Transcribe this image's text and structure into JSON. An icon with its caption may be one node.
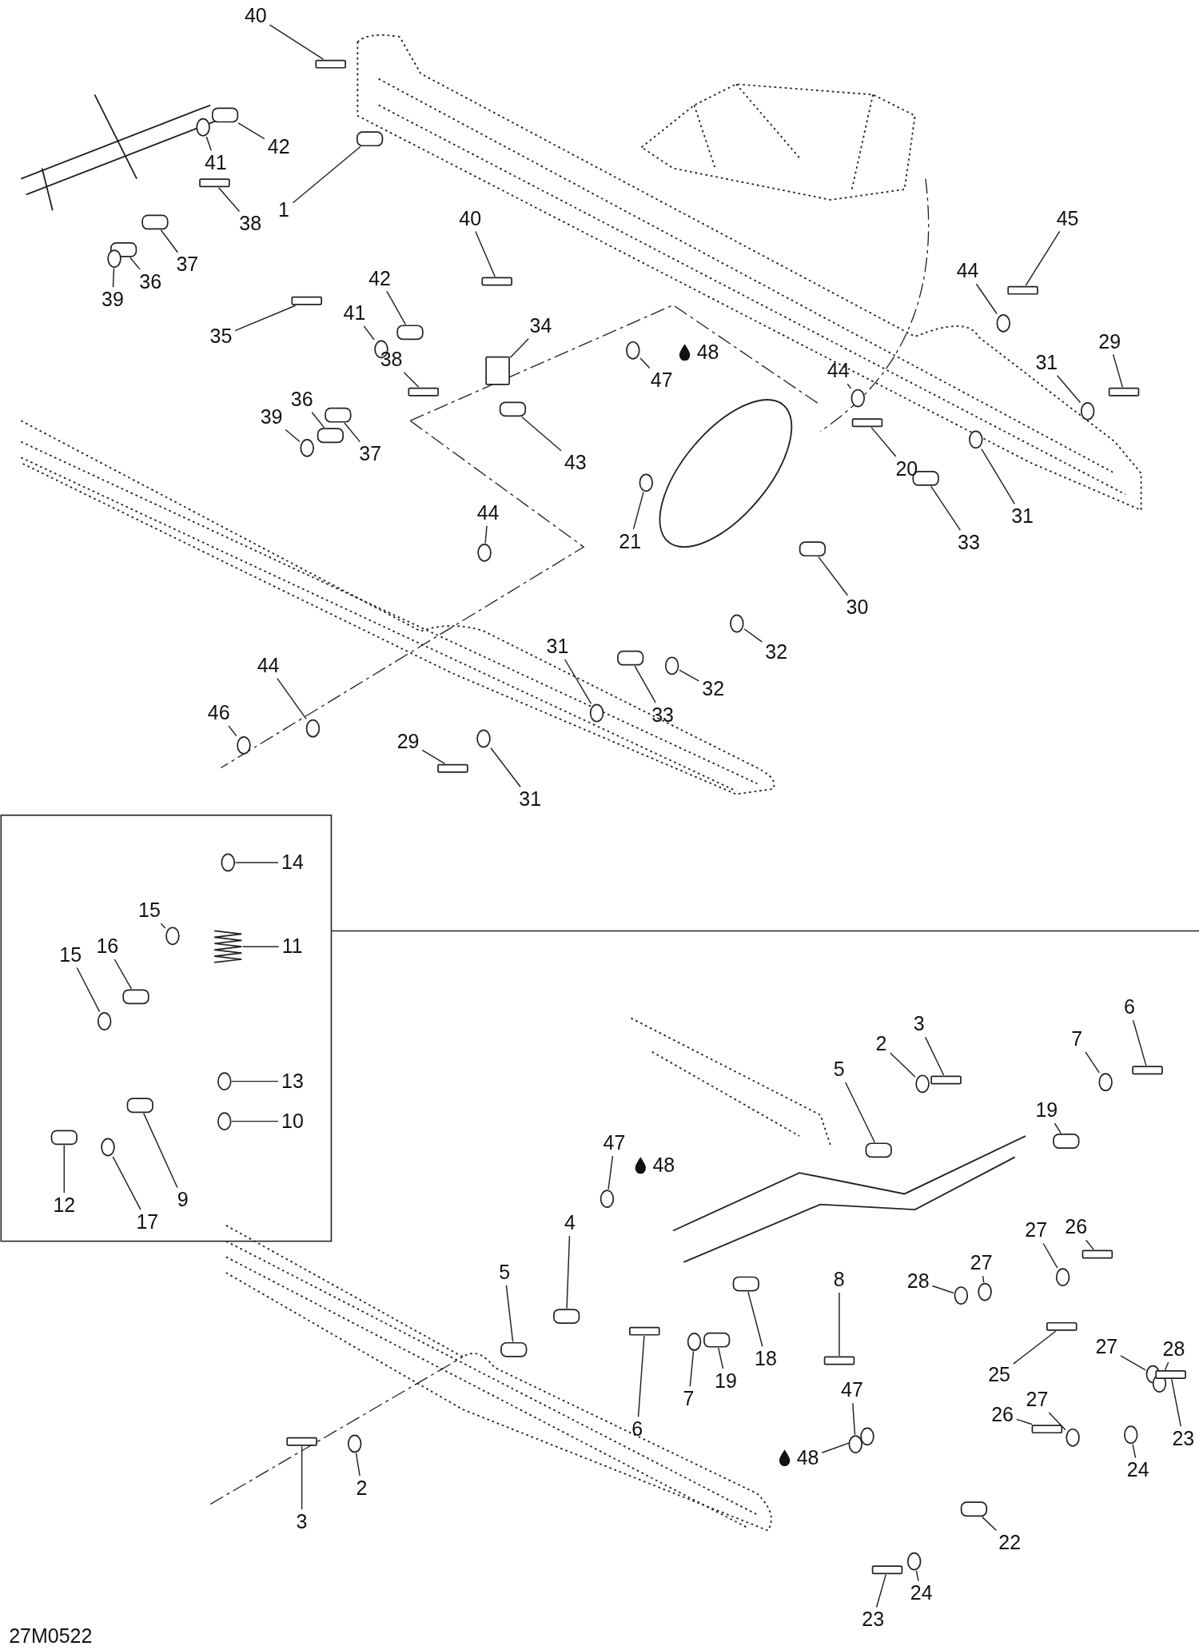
{
  "diagram": {
    "nodes": [
      {
        "text": [
          "40"
        ]
      },
      {
        "text": [
          "42"
        ]
      },
      {
        "text": [
          "41"
        ]
      },
      {
        "text": [
          "1"
        ]
      },
      {
        "text": [
          "38"
        ]
      },
      {
        "text": [
          "37"
        ]
      },
      {
        "text": [
          "36"
        ]
      },
      {
        "text": [
          "39"
        ]
      },
      {
        "text": [
          "40"
        ]
      },
      {
        "text": [
          "45"
        ]
      },
      {
        "text": [
          "44"
        ]
      },
      {
        "text": [
          "42"
        ]
      },
      {
        "text": [
          "41"
        ]
      },
      {
        "text": [
          "34"
        ]
      },
      {
        "text": [
          "35"
        ]
      },
      {
        "text": [
          "29"
        ]
      },
      {
        "text": [
          "38"
        ]
      },
      {
        "text": [
          "47"
        ]
      },
      {
        "text": [
          "44"
        ]
      },
      {
        "text": [
          "31"
        ]
      },
      {
        "text": [
          "36"
        ]
      },
      {
        "text": [
          "39"
        ]
      },
      {
        "text": [
          "37"
        ]
      },
      {
        "text": [
          "43"
        ]
      },
      {
        "text": [
          "20"
        ]
      },
      {
        "text": [
          "31"
        ]
      },
      {
        "text": [
          "44"
        ]
      },
      {
        "text": [
          "21"
        ]
      },
      {
        "text": [
          "33"
        ]
      },
      {
        "text": [
          "30"
        ]
      },
      {
        "text": [
          "31"
        ]
      },
      {
        "text": [
          "32"
        ]
      },
      {
        "text": [
          "32"
        ]
      },
      {
        "text": [
          "44"
        ]
      },
      {
        "text": [
          "33"
        ]
      },
      {
        "text": [
          "46"
        ]
      },
      {
        "text": [
          "29"
        ]
      },
      {
        "text": [
          "31"
        ]
      },
      {
        "text": [
          "14"
        ]
      },
      {
        "text": [
          "15"
        ]
      },
      {
        "text": [
          "11"
        ]
      },
      {
        "text": [
          "16"
        ]
      },
      {
        "text": [
          "15"
        ]
      },
      {
        "text": [
          "13"
        ]
      },
      {
        "text": [
          "10"
        ]
      },
      {
        "text": [
          "12"
        ]
      },
      {
        "text": [
          "9"
        ]
      },
      {
        "text": [
          "17"
        ]
      },
      {
        "text": [
          "6"
        ]
      },
      {
        "text": [
          "3"
        ]
      },
      {
        "text": [
          "2"
        ]
      },
      {
        "text": [
          "7"
        ]
      },
      {
        "text": [
          "5"
        ]
      },
      {
        "text": [
          "19"
        ]
      },
      {
        "text": [
          "47"
        ]
      },
      {
        "text": [
          "4"
        ]
      },
      {
        "text": [
          "26"
        ]
      },
      {
        "text": [
          "27"
        ]
      },
      {
        "text": [
          "27"
        ]
      },
      {
        "text": [
          "28"
        ]
      },
      {
        "text": [
          "5"
        ]
      },
      {
        "text": [
          "8"
        ]
      },
      {
        "text": [
          "27"
        ]
      },
      {
        "text": [
          "28"
        ]
      },
      {
        "text": [
          "18"
        ]
      },
      {
        "text": [
          "25"
        ]
      },
      {
        "text": [
          "19"
        ]
      },
      {
        "text": [
          "47"
        ]
      },
      {
        "text": [
          "27"
        ]
      },
      {
        "text": [
          "7"
        ]
      },
      {
        "text": [
          "26"
        ]
      },
      {
        "text": [
          "6"
        ]
      },
      {
        "text": [
          "23"
        ]
      },
      {
        "text": [
          "48"
        ]
      },
      {
        "text": [
          "24"
        ]
      },
      {
        "text": [
          "3"
        ]
      },
      {
        "text": [
          "2"
        ]
      },
      {
        "text": [
          "22"
        ]
      },
      {
        "text": [
          "24"
        ]
      },
      {
        "text": [
          "23"
        ]
      },
      {
        "text": [
          "48"
        ]
      },
      {
        "text": [
          "48"
        ]
      },
      {
        "text": [],
        "shape": "bar"
      },
      {
        "text": [],
        "shape": "cylinder"
      },
      {
        "text": [],
        "shape": "circle"
      },
      {
        "text": [],
        "shape": "cylinder"
      },
      {
        "text": [],
        "shape": "bar"
      },
      {
        "text": [],
        "shape": "cylinder"
      },
      {
        "text": [],
        "shape": "cylinder"
      },
      {
        "text": [],
        "shape": "circle"
      },
      {
        "text": [],
        "shape": "bar"
      },
      {
        "text": [],
        "shape": "bar"
      },
      {
        "text": [],
        "shape": "circle"
      },
      {
        "text": [],
        "shape": "cylinder"
      },
      {
        "text": [],
        "shape": "circle"
      },
      {
        "text": [],
        "shape": "box"
      },
      {
        "text": [],
        "shape": "bar"
      },
      {
        "text": [],
        "shape": "bar"
      },
      {
        "text": [],
        "shape": "bar"
      },
      {
        "text": [],
        "shape": "circle"
      },
      {
        "text": [],
        "shape": "circle"
      },
      {
        "text": [],
        "shape": "circle"
      },
      {
        "text": [],
        "shape": "cylinder"
      },
      {
        "text": [],
        "shape": "circle"
      },
      {
        "text": [],
        "shape": "cylinder"
      },
      {
        "text": [],
        "shape": "cylinder"
      },
      {
        "text": [],
        "shape": "bar"
      },
      {
        "text": [],
        "shape": "circle"
      },
      {
        "text": [],
        "shape": "circle"
      },
      {
        "text": [],
        "shape": "circle"
      },
      {
        "text": [],
        "shape": "cylinder"
      },
      {
        "text": [],
        "shape": "cylinder"
      },
      {
        "text": [],
        "shape": "circle"
      },
      {
        "text": [],
        "shape": "circle"
      },
      {
        "text": [],
        "shape": "circle"
      },
      {
        "text": [],
        "shape": "circle"
      },
      {
        "text": [],
        "shape": "cylinder"
      },
      {
        "text": [],
        "shape": "circle"
      },
      {
        "text": [],
        "shape": "bar"
      },
      {
        "text": [],
        "shape": "circle"
      },
      {
        "text": [],
        "shape": "circle"
      },
      {
        "text": [],
        "shape": "circle"
      },
      {
        "text": [],
        "shape": "spring"
      },
      {
        "text": [],
        "shape": "cylinder"
      },
      {
        "text": [],
        "shape": "circle"
      },
      {
        "text": [],
        "shape": "circle"
      },
      {
        "text": [],
        "shape": "circle"
      },
      {
        "text": [],
        "shape": "cylinder"
      },
      {
        "text": [],
        "shape": "cylinder"
      },
      {
        "text": [],
        "shape": "circle"
      },
      {
        "text": [],
        "shape": "bar"
      },
      {
        "text": [],
        "shape": "bar"
      },
      {
        "text": [],
        "shape": "circle"
      },
      {
        "text": [],
        "shape": "circle"
      },
      {
        "text": [],
        "shape": "cylinder"
      },
      {
        "text": [],
        "shape": "cylinder"
      },
      {
        "text": [],
        "shape": "circle"
      },
      {
        "text": [],
        "shape": "cylinder"
      },
      {
        "text": [],
        "shape": "bar"
      },
      {
        "text": [],
        "shape": "circle"
      },
      {
        "text": [],
        "shape": "circle"
      },
      {
        "text": [],
        "shape": "circle"
      },
      {
        "text": [],
        "shape": "cylinder"
      },
      {
        "text": [],
        "shape": "bar"
      },
      {
        "text": [],
        "shape": "circle"
      },
      {
        "text": [],
        "shape": "circle"
      },
      {
        "text": [],
        "shape": "cylinder"
      },
      {
        "text": [],
        "shape": "bar"
      },
      {
        "text": [],
        "shape": "cylinder"
      },
      {
        "text": [],
        "shape": "circle"
      },
      {
        "text": [],
        "shape": "circle"
      },
      {
        "text": [],
        "shape": "circle"
      },
      {
        "text": [],
        "shape": "bar"
      },
      {
        "text": [],
        "shape": "bar"
      },
      {
        "text": [],
        "shape": "bar"
      },
      {
        "text": [],
        "shape": "circle"
      },
      {
        "text": [],
        "shape": "circle"
      },
      {
        "text": [],
        "shape": "bar"
      },
      {
        "text": [],
        "shape": "circle"
      },
      {
        "text": [],
        "shape": "cylinder"
      },
      {
        "text": [],
        "shape": "circle"
      },
      {
        "text": [],
        "shape": "bar"
      }
    ],
    "edges": [
      {
        "from": 0,
        "to": 82,
        "arrow": "none"
      },
      {
        "from": 1,
        "to": 83,
        "arrow": "none"
      },
      {
        "from": 2,
        "to": 84,
        "arrow": "none"
      },
      {
        "from": 3,
        "to": 85,
        "arrow": "none"
      },
      {
        "from": 4,
        "to": 86,
        "arrow": "none"
      },
      {
        "from": 5,
        "to": 87,
        "arrow": "none"
      },
      {
        "from": 6,
        "to": 88,
        "arrow": "none"
      },
      {
        "from": 7,
        "to": 89,
        "arrow": "none"
      },
      {
        "from": 8,
        "to": 90,
        "arrow": "none"
      },
      {
        "from": 9,
        "to": 91,
        "arrow": "none"
      },
      {
        "from": 10,
        "to": 92,
        "arrow": "none"
      },
      {
        "from": 11,
        "to": 93,
        "arrow": "none"
      },
      {
        "from": 12,
        "to": 94,
        "arrow": "none"
      },
      {
        "from": 13,
        "to": 95,
        "arrow": "none"
      },
      {
        "from": 14,
        "to": 96,
        "arrow": "none"
      },
      {
        "from": 15,
        "to": 97,
        "arrow": "none"
      },
      {
        "from": 16,
        "to": 98,
        "arrow": "none"
      },
      {
        "from": 17,
        "to": 99,
        "arrow": "none"
      },
      {
        "from": 18,
        "to": 100,
        "arrow": "none"
      },
      {
        "from": 19,
        "to": 101,
        "arrow": "none"
      },
      {
        "from": 20,
        "to": 102,
        "arrow": "none"
      },
      {
        "from": 21,
        "to": 103,
        "arrow": "none"
      },
      {
        "from": 22,
        "to": 104,
        "arrow": "none"
      },
      {
        "from": 23,
        "to": 105,
        "arrow": "none"
      },
      {
        "from": 24,
        "to": 106,
        "arrow": "none"
      },
      {
        "from": 25,
        "to": 107,
        "arrow": "none"
      },
      {
        "from": 26,
        "to": 108,
        "arrow": "none"
      },
      {
        "from": 27,
        "to": 109,
        "arrow": "none"
      },
      {
        "from": 28,
        "to": 110,
        "arrow": "none"
      },
      {
        "from": 29,
        "to": 111,
        "arrow": "none"
      },
      {
        "from": 30,
        "to": 112,
        "arrow": "none"
      },
      {
        "from": 31,
        "to": 113,
        "arrow": "none"
      },
      {
        "from": 32,
        "to": 114,
        "arrow": "none"
      },
      {
        "from": 33,
        "to": 115,
        "arrow": "none"
      },
      {
        "from": 34,
        "to": 116,
        "arrow": "none"
      },
      {
        "from": 35,
        "to": 117,
        "arrow": "none"
      },
      {
        "from": 36,
        "to": 118,
        "arrow": "none"
      },
      {
        "from": 37,
        "to": 119,
        "arrow": "none"
      },
      {
        "from": 38,
        "to": 120,
        "arrow": "none"
      },
      {
        "from": 39,
        "to": 121,
        "arrow": "none"
      },
      {
        "from": 40,
        "to": 122,
        "arrow": "none"
      },
      {
        "from": 41,
        "to": 123,
        "arrow": "none"
      },
      {
        "from": 42,
        "to": 124,
        "arrow": "none"
      },
      {
        "from": 43,
        "to": 125,
        "arrow": "none"
      },
      {
        "from": 44,
        "to": 126,
        "arrow": "none"
      },
      {
        "from": 45,
        "to": 127,
        "arrow": "none"
      },
      {
        "from": 46,
        "to": 128,
        "arrow": "none"
      },
      {
        "from": 47,
        "to": 129,
        "arrow": "none"
      },
      {
        "from": 48,
        "to": 130,
        "arrow": "none"
      },
      {
        "from": 49,
        "to": 131,
        "arrow": "none"
      },
      {
        "from": 50,
        "to": 132,
        "arrow": "none"
      },
      {
        "from": 51,
        "to": 133,
        "arrow": "none"
      },
      {
        "from": 52,
        "to": 134,
        "arrow": "none"
      },
      {
        "from": 53,
        "to": 135,
        "arrow": "none"
      },
      {
        "from": 54,
        "to": 136,
        "arrow": "none"
      },
      {
        "from": 55,
        "to": 137,
        "arrow": "none"
      },
      {
        "from": 56,
        "to": 138,
        "arrow": "none"
      },
      {
        "from": 57,
        "to": 139,
        "arrow": "none"
      },
      {
        "from": 58,
        "to": 140,
        "arrow": "none"
      },
      {
        "from": 59,
        "to": 141,
        "arrow": "none"
      },
      {
        "from": 60,
        "to": 142,
        "arrow": "none"
      },
      {
        "from": 61,
        "to": 143,
        "arrow": "none"
      },
      {
        "from": 62,
        "to": 144,
        "arrow": "none"
      },
      {
        "from": 63,
        "to": 145,
        "arrow": "none"
      },
      {
        "from": 64,
        "to": 146,
        "arrow": "none"
      },
      {
        "from": 65,
        "to": 147,
        "arrow": "none"
      },
      {
        "from": 66,
        "to": 148,
        "arrow": "none"
      },
      {
        "from": 67,
        "to": 149,
        "arrow": "none"
      },
      {
        "from": 68,
        "to": 150,
        "arrow": "none"
      },
      {
        "from": 69,
        "to": 151,
        "arrow": "none"
      },
      {
        "from": 70,
        "to": 152,
        "arrow": "none"
      },
      {
        "from": 71,
        "to": 153,
        "arrow": "none"
      },
      {
        "from": 72,
        "to": 154,
        "arrow": "none"
      },
      {
        "from": 73,
        "to": 155,
        "arrow": "none"
      },
      {
        "from": 74,
        "to": 156,
        "arrow": "none"
      },
      {
        "from": 75,
        "to": 157,
        "arrow": "none"
      },
      {
        "from": 76,
        "to": 158,
        "arrow": "none"
      },
      {
        "from": 77,
        "to": 159,
        "arrow": "none"
      },
      {
        "from": 78,
        "to": 160,
        "arrow": "none"
      },
      {
        "from": 79,
        "to": 161,
        "arrow": "none"
      }
    ],
    "labels": [
      "27M0522"
    ]
  }
}
